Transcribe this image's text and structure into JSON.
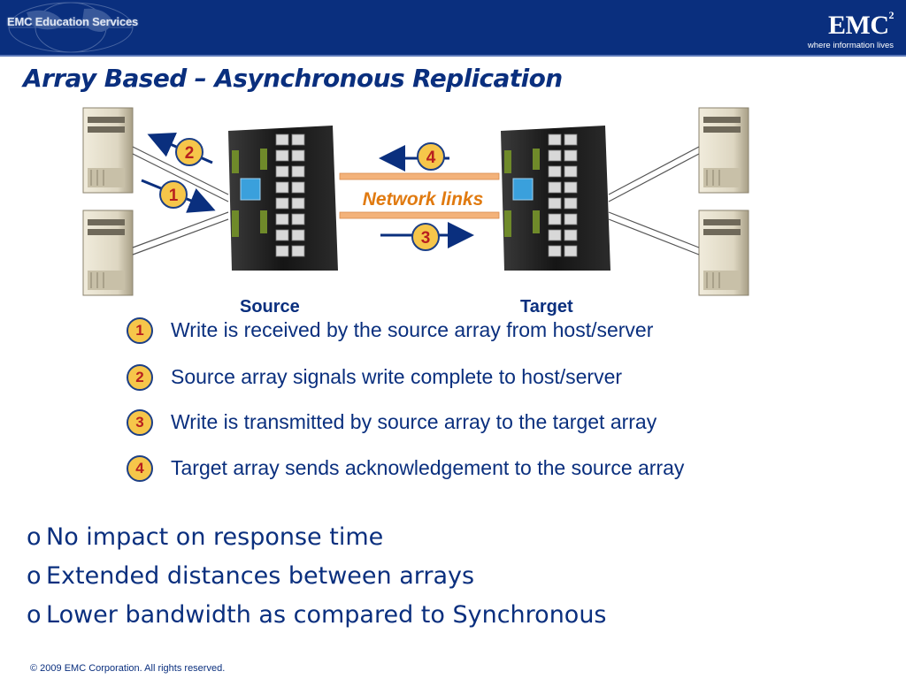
{
  "header": {
    "left_logo": "EMC Education Services",
    "brand_name": "EMC",
    "brand_superscript": "2",
    "brand_tagline": "where information lives"
  },
  "title": "Array Based – Asynchronous Replication",
  "diagram": {
    "source_label": "Source",
    "target_label": "Target",
    "network_label": "Network links",
    "badges": [
      "1",
      "2",
      "3",
      "4"
    ]
  },
  "steps": [
    {
      "num": "1",
      "text": "Write is received by the source array from host/server"
    },
    {
      "num": "2",
      "text": "Source array signals write complete to host/server"
    },
    {
      "num": "3",
      "text": "Write is transmitted by source array to the target array"
    },
    {
      "num": "4",
      "text": "Target array sends acknowledgement to the source array"
    }
  ],
  "bullets": [
    {
      "mark": "o",
      "text": "No impact on response time"
    },
    {
      "mark": "o",
      "text": "Extended distances between arrays"
    },
    {
      "mark": "o",
      "text": "Lower bandwidth as compared to Synchronous"
    }
  ],
  "footer": "© 2009 EMC Corporation. All rights reserved.",
  "colors": {
    "header_bg": "#0a2f7e",
    "title_text": "#0a2f7e",
    "badge_fill": "#f6c64a",
    "badge_number": "#b81f1f",
    "network_label": "#e07a10",
    "link_pipe": "#f3b27a"
  }
}
